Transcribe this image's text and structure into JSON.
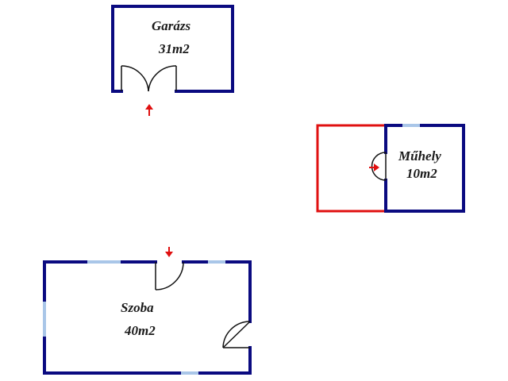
{
  "colors": {
    "wall": "#0a0a80",
    "window": "#a9c6e8",
    "extension": "#e01010",
    "arrow": "#e01010",
    "door": "#111111"
  },
  "rooms": {
    "garage": {
      "name": "Garázs",
      "area": "31m2"
    },
    "workshop": {
      "name": "Műhely",
      "area": "10m2"
    },
    "room": {
      "name": "Szoba",
      "area": "40m2"
    }
  }
}
